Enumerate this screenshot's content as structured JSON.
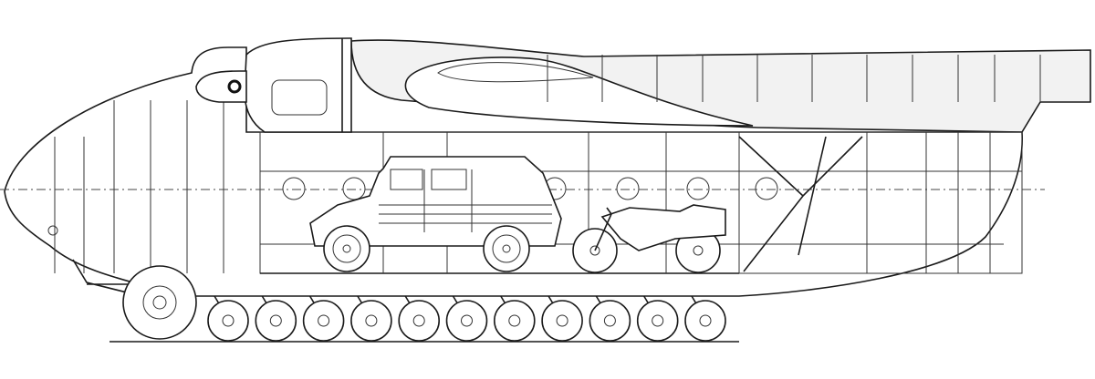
{
  "drawing": {
    "subject": "cargo-glider-cutaway",
    "colors": {
      "line": "#1a1a1a",
      "paper": "#ffffff",
      "panel": "#f2f2f2"
    },
    "cargo": [
      "light-vehicle",
      "motorcycle-with-sidecar"
    ],
    "main_wheel_count": 1,
    "auxiliary_wheel_count": 11
  }
}
